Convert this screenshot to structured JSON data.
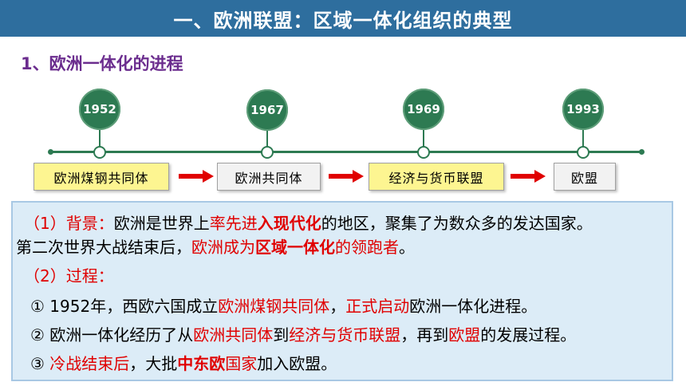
{
  "header": {
    "title": "一、欧洲联盟：区域一体化组织的典型"
  },
  "section": {
    "title": "1、欧洲一体化的进程"
  },
  "timeline": {
    "years": [
      "1952",
      "1967",
      "1969",
      "1993"
    ],
    "stages": [
      "欧洲煤钢共同体",
      "欧洲共同体",
      "经济与货币联盟",
      "欧盟"
    ]
  },
  "content": {
    "bg": {
      "label": "（1）背景：",
      "p1": "欧洲是世界上",
      "h1": "率先进",
      "h2": "入现代化",
      "p2": "的地区，聚集了为数众多的发达国家。",
      "p3": "第二次世界大战结束后，",
      "h3": "欧洲成为",
      "h4": "区域一体化",
      "h5": "的领跑者",
      "p4": "。"
    },
    "process": {
      "label": "（2）过程：",
      "i1": {
        "num": "①",
        "a": " 1952年，西欧六国成立",
        "b": "欧洲煤钢共同体",
        "c": "，",
        "d": "正式启动",
        "e": "欧洲一体化进程。"
      },
      "i2": {
        "num": "②",
        "a": " 欧洲一体化经历了从",
        "b": "欧洲共同体",
        "c": "到",
        "d": "经济与货币联盟",
        "e": "，再到",
        "f": "欧盟",
        "g": "的发展过程。"
      },
      "i3": {
        "num": "③",
        "a": "冷战结束后",
        "b": "，大批",
        "c": "中东欧",
        "d": "国家",
        "e": "加入欧盟。"
      }
    }
  }
}
